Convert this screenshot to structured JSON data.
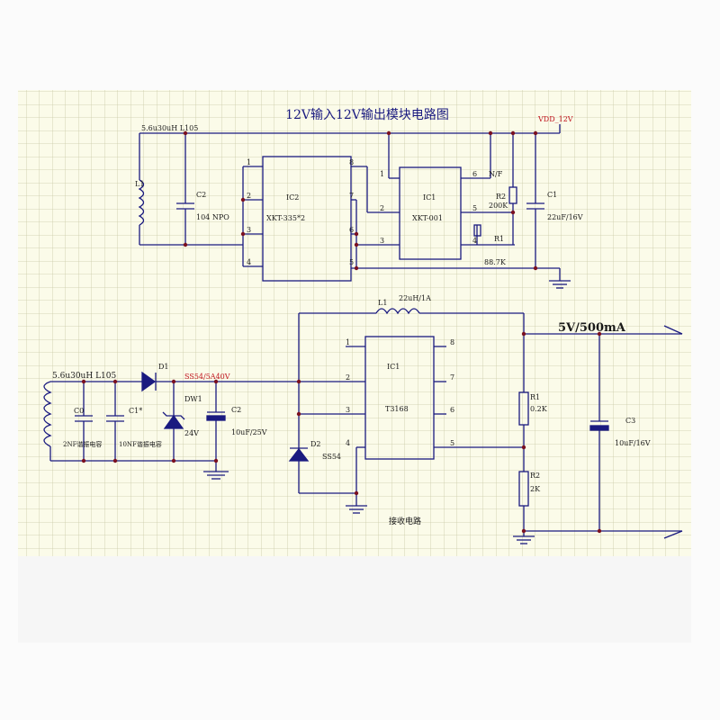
{
  "top": {
    "title": "12V输入12V输出模块电路图",
    "vdd": "VDD_12V",
    "inductor": "5.6u30uH  L105",
    "l1": "L1",
    "c2": "C2",
    "c2_val": "104  NPO",
    "ic2": "IC2",
    "ic2_part": "XKT-335*2",
    "ic1": "IC1",
    "ic1_part": "XKT-001",
    "nf": "N/F",
    "r2": "R2",
    "r2_val": "200K",
    "r1": "R1",
    "r1_val": "88.7K",
    "c1": "C1",
    "c1_val": "22uF/16V",
    "ic2_pins": [
      "1",
      "2",
      "3",
      "4",
      "8",
      "7",
      "6",
      "5"
    ],
    "ic1_pins": [
      "1",
      "2",
      "3",
      "4",
      "6",
      "5"
    ]
  },
  "bottom": {
    "inductor": "5.6u30uH  L105",
    "d1": "D1",
    "ss": "SS54/5A40V",
    "dw1": "DW1",
    "dw1_val": "24V",
    "c0": "C0",
    "c0_val": "2NF谐振电容",
    "c1": "C1*",
    "c1_val": "10NF谐振电容",
    "c2": "C2",
    "c2_val": "10uF/25V",
    "l1": "L1",
    "l1_val": "22uH/1A",
    "ic1": "IC1",
    "ic1_part": "T3168",
    "d2": "D2",
    "d2_val": "SS54",
    "r1": "R1",
    "r1_val": "0.2K",
    "r2": "R2",
    "r2_val": "2K",
    "c3": "C3",
    "c3_val": "10uF/16V",
    "out": "5V/500mA",
    "caption": "接收电路",
    "ic_pins": [
      "1",
      "2",
      "3",
      "4",
      "8",
      "7",
      "6",
      "5"
    ]
  }
}
